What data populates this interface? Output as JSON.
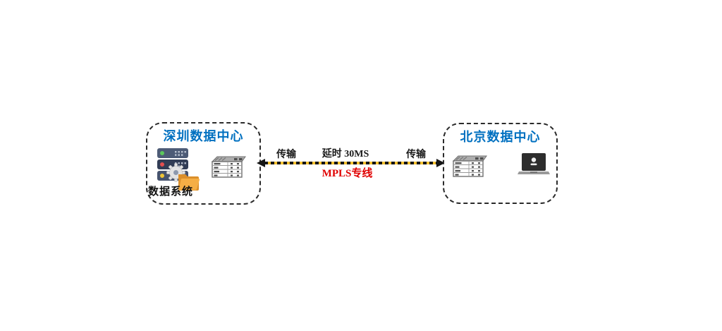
{
  "colors": {
    "title_blue": "#0070C0",
    "line_red": "#E00000",
    "link_yellow": "#F5C231",
    "link_black": "#151515",
    "server_body": "#46536E",
    "server_body_dark": "#323D55",
    "led_green": "#5CC85C",
    "led_red": "#E34F4F",
    "led_yellow": "#EEC437",
    "folder_orange": "#F0A73C",
    "folder_orange_dark": "#DB8F2A",
    "router_gray": "#6E6E6E",
    "laptop_dark": "#2D2D2D"
  },
  "left_box": {
    "title": "深圳数据中心",
    "system_label": "数据系统"
  },
  "right_box": {
    "title": "北京数据中心"
  },
  "link": {
    "transfer_left": "传输",
    "latency": "延时 30MS",
    "name": "MPLS专线",
    "transfer_right": "传输"
  },
  "icons": {
    "left_box": [
      "server-stack-icon",
      "gear-icon",
      "folder-icon",
      "router-icon"
    ],
    "right_box": [
      "router-icon",
      "laptop-icon"
    ],
    "link": [
      "arrowhead-left-icon",
      "arrowhead-right-icon"
    ]
  }
}
